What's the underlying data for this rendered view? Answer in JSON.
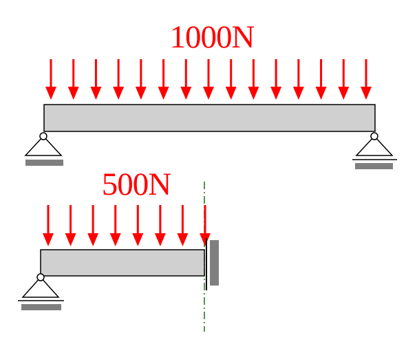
{
  "colors": {
    "load": "#ff0000",
    "beam_fill": "#d0d0d0",
    "outline": "#000000",
    "ground": "#7f7f7f",
    "section_line": "#1e6e1e"
  },
  "top_beam": {
    "load_label": "1000N",
    "arrow_count": 15
  },
  "bottom_beam": {
    "load_label": "500N",
    "arrow_count": 8
  }
}
